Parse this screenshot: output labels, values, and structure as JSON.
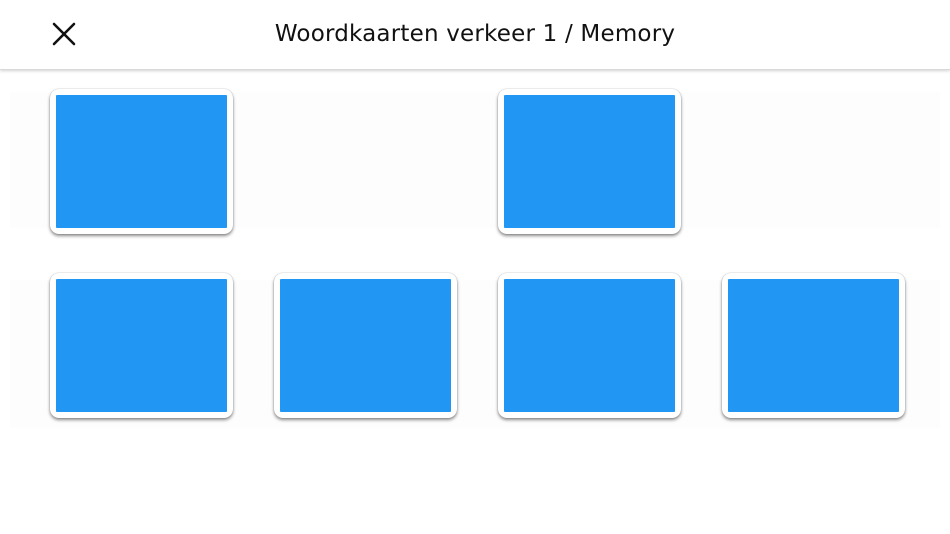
{
  "header": {
    "title": "Woordkaarten verkeer 1 / Memory",
    "close_icon": "close-icon"
  },
  "colors": {
    "card_back": "#2196f3",
    "card_border": "#ffffff",
    "header_bg": "#ffffff"
  },
  "board": {
    "rows": [
      {
        "slots": [
          "card",
          "empty",
          "card",
          "empty"
        ]
      },
      {
        "slots": [
          "card",
          "card",
          "card",
          "card"
        ]
      }
    ],
    "face_down_cards": 6
  }
}
